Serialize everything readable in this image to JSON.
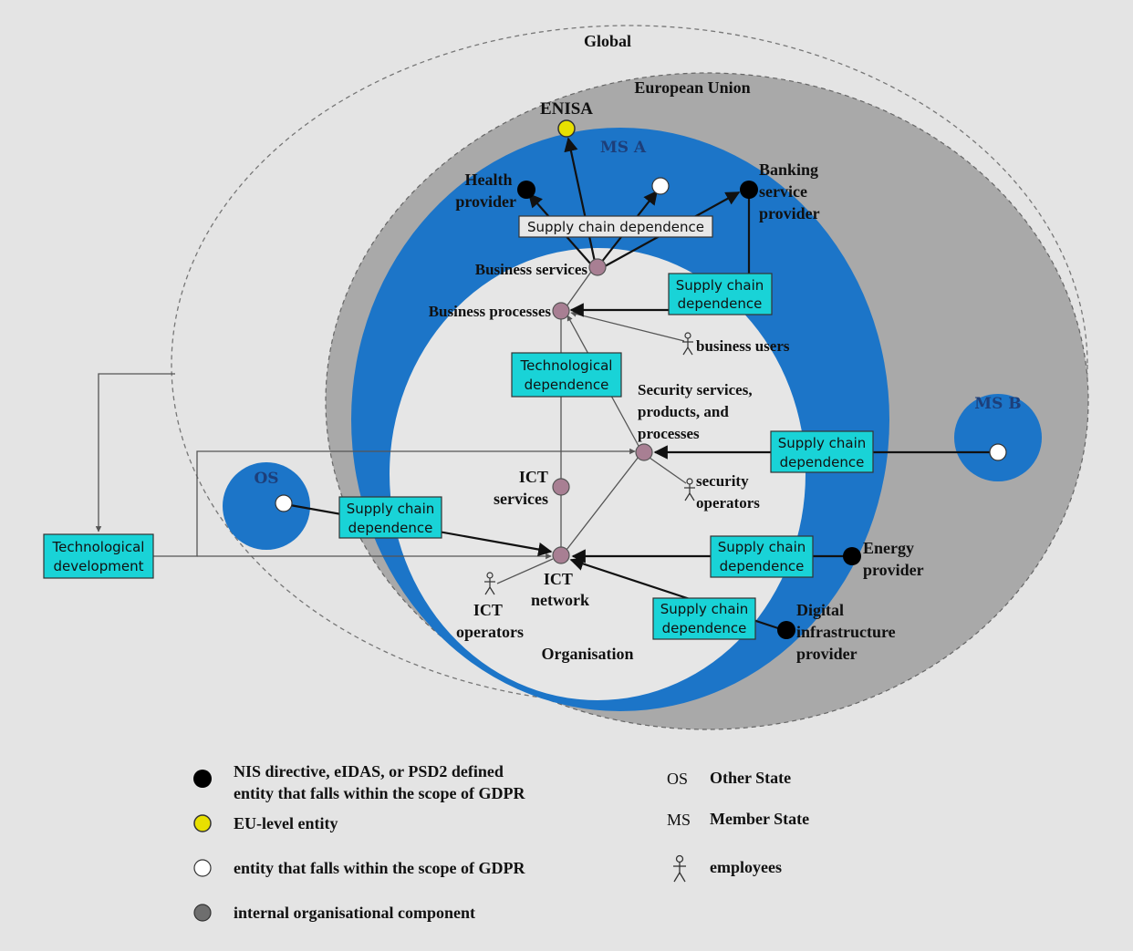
{
  "regions": {
    "global": "Global",
    "eu": "European Union",
    "msa": "MS A",
    "msb": "MS B",
    "os": "OS",
    "org": "Organisation"
  },
  "entities": {
    "enisa": "ENISA",
    "health": [
      "Health",
      "provider"
    ],
    "banking": [
      "Banking",
      "service",
      "provider"
    ],
    "energy": [
      "Energy",
      "provider"
    ],
    "digital": [
      "Digital",
      "infrastructure",
      "provider"
    ]
  },
  "components": {
    "business_services": "Business services",
    "business_processes": "Business processes",
    "security": [
      "Security services,",
      "products, and",
      "processes"
    ],
    "ict_services": [
      "ICT",
      "services"
    ],
    "ict_network": [
      "ICT",
      "network"
    ]
  },
  "actors": {
    "business_users": "business users",
    "security_operators": [
      "security",
      "operators"
    ],
    "ict_operators": [
      "ICT",
      "operators"
    ]
  },
  "boxes": {
    "supply_chain_top": "Supply chain dependence",
    "supply_chain": [
      "Supply chain",
      "dependence"
    ],
    "tech_dependence": [
      "Technological",
      "dependence"
    ],
    "tech_development": [
      "Technological",
      "development"
    ]
  },
  "legend": {
    "black": [
      "NIS directive, eIDAS, or PSD2 defined",
      "entity that falls within the scope of GDPR"
    ],
    "yellow": "EU-level entity",
    "white": "entity that falls within the scope of GDPR",
    "grey": "internal organisational component",
    "os_abbr": "OS",
    "os_text": "Other State",
    "ms_abbr": "MS",
    "ms_text": "Member State",
    "employees": "employees"
  },
  "colors": {
    "background": "#e4e4e4",
    "eu_region": "#a9a9a9",
    "member_state": "#1c75c8",
    "organisation": "#e6e6e6",
    "box": "#19d3d7",
    "component_node": "#a87f93",
    "eu_entity": "#e8e000",
    "nis_entity": "#000000",
    "gdpr_entity": "#ffffff"
  }
}
